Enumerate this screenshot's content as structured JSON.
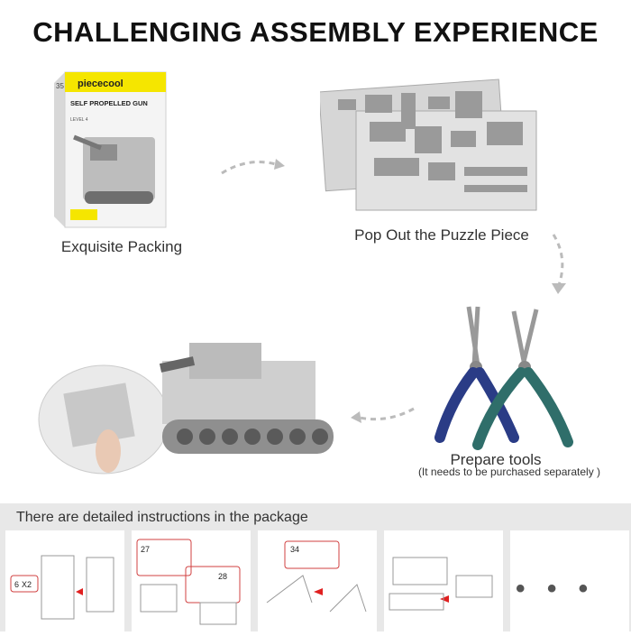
{
  "header": {
    "title": "CHALLENGING ASSEMBLY EXPERIENCE"
  },
  "box": {
    "brand": "piececool",
    "number": "35",
    "product_name": "SELF PROPELLED GUN",
    "level": "LEVEL 4",
    "caption": "Exquisite Packing"
  },
  "sheets": {
    "caption": "Pop Out the Puzzle Piece"
  },
  "tools": {
    "caption": "Prepare tools",
    "note": "(It needs to be purchased separately  )"
  },
  "instructions": {
    "band_text": "There are detailed instructions in the package",
    "step_labels": [
      "6",
      "X2",
      "27",
      "28",
      "34"
    ],
    "more": "• • •"
  },
  "colors": {
    "accent_yellow": "#f5e600",
    "plier_blue": "#2a3c86",
    "plier_green": "#2f6e6a",
    "arrow_red": "#e02020"
  }
}
